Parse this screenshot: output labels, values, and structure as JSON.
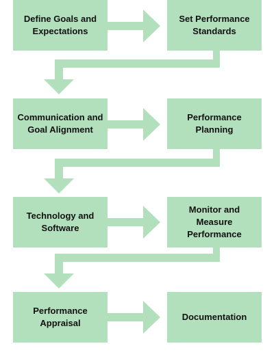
{
  "colors": {
    "box_fill": "#b2dfbc",
    "arrow_fill": "#b2dfbc",
    "text": "#111111"
  },
  "steps": [
    {
      "lines": [
        "Define Goals and",
        "Expectations"
      ]
    },
    {
      "lines": [
        "Set Performance",
        "Standards"
      ]
    },
    {
      "lines": [
        "Communication and",
        "Goal Alignment"
      ]
    },
    {
      "lines": [
        "Performance",
        "Planning"
      ]
    },
    {
      "lines": [
        "Technology and",
        "Software"
      ]
    },
    {
      "lines": [
        "Monitor and",
        "Measure",
        "Performance"
      ]
    },
    {
      "lines": [
        "Performance",
        "Appraisal"
      ]
    },
    {
      "lines": [
        "Documentation"
      ]
    }
  ]
}
